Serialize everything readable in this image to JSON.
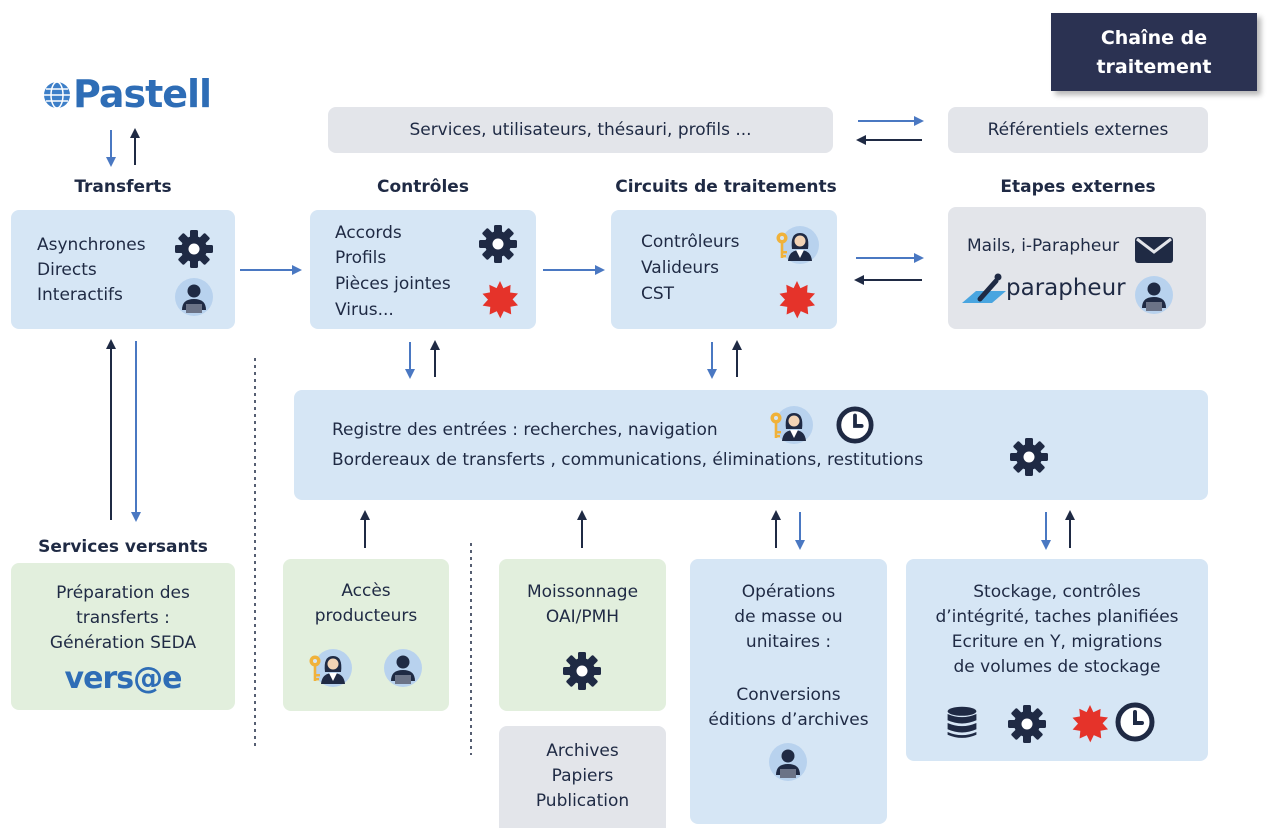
{
  "title": "Chaîne de traitement",
  "logos": {
    "pastell": "Pastell",
    "versae": "vers@e",
    "parapheur": "parapheur"
  },
  "top_bar": {
    "services": "Services, utilisateurs, thésauri, profils ...",
    "referentiels": "Référentiels externes"
  },
  "transferts": {
    "header": "Transferts",
    "lines": [
      "Asynchrones",
      "Directs",
      "Interactifs"
    ]
  },
  "controles": {
    "header": "Contrôles",
    "lines": [
      "Accords",
      "Profils",
      "Pièces jointes",
      "Virus..."
    ]
  },
  "circuits": {
    "header": "Circuits de traitements",
    "lines": [
      "Contrôleurs",
      "Valideurs",
      "CST"
    ]
  },
  "etapes": {
    "header": "Etapes externes",
    "mails": "Mails, i-Parapheur"
  },
  "registre": {
    "line1": "Registre des entrées : recherches, navigation",
    "line2": "Bordereaux de transferts , communications,  éliminations,  restitutions"
  },
  "services_versants": {
    "header": "Services versants",
    "lines": [
      "Préparation des",
      "transferts :",
      "Génération SEDA"
    ]
  },
  "acces": {
    "lines": [
      "Accès",
      "producteurs"
    ]
  },
  "moissonnage": {
    "lines": [
      "Moissonnage",
      "OAI/PMH"
    ]
  },
  "archives_papier": {
    "lines": [
      "Archives",
      "Papiers",
      "Publication"
    ]
  },
  "operations": {
    "lines": [
      "Opérations",
      "de masse ou",
      "unitaires :",
      "",
      "Conversions",
      "éditions d’archives"
    ]
  },
  "stockage": {
    "lines": [
      "Stockage, contrôles",
      "d’intégrité, taches planifiées",
      "Ecriture en Y, migrations",
      "de volumes de stockage"
    ]
  },
  "colors": {
    "navy": "#1f2a44",
    "arrow_blue": "#4a78c2",
    "red": "#e5332a",
    "box_blue": "#d6e6f5",
    "box_green": "#e2efdd",
    "box_grey": "#e3e5ea",
    "title_bg": "#2b3252"
  }
}
